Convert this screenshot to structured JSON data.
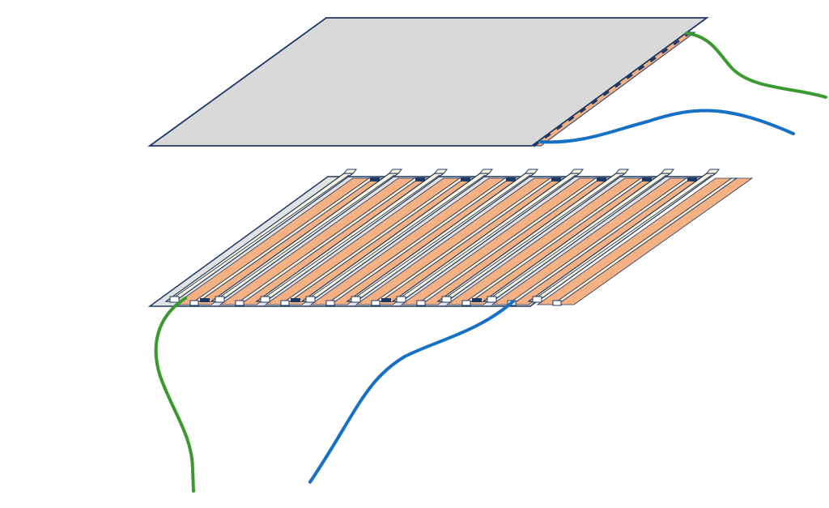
{
  "colors": {
    "background": "#ffffff",
    "cover_fill": "#d9d9d9",
    "outline": "#1f3864",
    "base_fill": "#e2e2e2",
    "copper": "#f4b183",
    "rail_light": "#fdf6dd",
    "rail_shadow": "#e8dcb0",
    "wire_green": "#3a9a2f",
    "wire_blue": "#1670c4"
  },
  "diagram": {
    "layers": [
      "top-cover-panel",
      "striped-base-panel"
    ],
    "wires": [
      "green",
      "blue",
      "green",
      "blue"
    ],
    "rail_count": 9
  }
}
